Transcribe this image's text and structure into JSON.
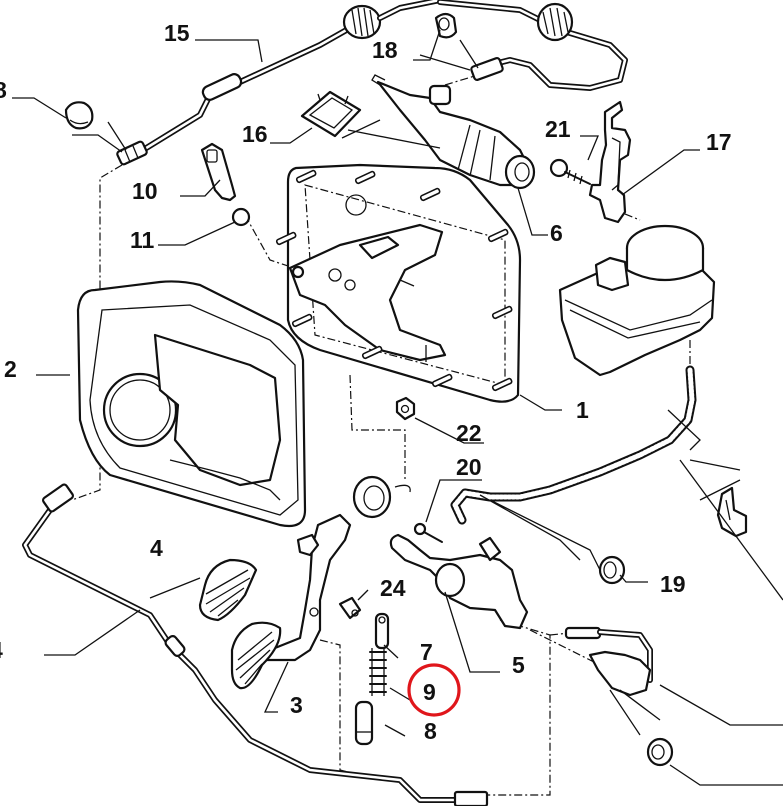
{
  "diagram": {
    "title": "Clutch pedal and hydraulic assembly exploded view",
    "highlight": {
      "label": "9",
      "color": "#e0161b"
    },
    "callouts": [
      {
        "id": "1",
        "label": "1",
        "part": "pedal-box-bracket"
      },
      {
        "id": "2",
        "label": "2",
        "part": "pedal-box-cover"
      },
      {
        "id": "3",
        "label": "3",
        "part": "clutch-pedal"
      },
      {
        "id": "4",
        "label": "4",
        "part": "pedal-pad"
      },
      {
        "id": "5",
        "label": "5",
        "part": "clutch-master-cylinder"
      },
      {
        "id": "6",
        "label": "6",
        "part": "slave-cylinder"
      },
      {
        "id": "7",
        "label": "7",
        "part": "spring-guide-rod"
      },
      {
        "id": "8",
        "label": "8",
        "part": "spring-guide-sleeve"
      },
      {
        "id": "9",
        "label": "9",
        "part": "return-spring"
      },
      {
        "id": "10",
        "label": "10",
        "part": "pedal-switch"
      },
      {
        "id": "11",
        "label": "11",
        "part": "switch-grommet"
      },
      {
        "id": "14",
        "label": "4",
        "part": "hydraulic-pipe-lower"
      },
      {
        "id": "15",
        "label": "15",
        "part": "hydraulic-pipe-upper"
      },
      {
        "id": "16",
        "label": "16",
        "part": "clip"
      },
      {
        "id": "17",
        "label": "17",
        "part": "bracket"
      },
      {
        "id": "18",
        "label": "18",
        "part": "dust-cap"
      },
      {
        "id": "18b",
        "label": "8",
        "part": "dust-cap-left"
      },
      {
        "id": "19",
        "label": "19",
        "part": "grommet"
      },
      {
        "id": "20",
        "label": "20",
        "part": "screw"
      },
      {
        "id": "21",
        "label": "21",
        "part": "bolt"
      },
      {
        "id": "22",
        "label": "22",
        "part": "nut"
      },
      {
        "id": "24",
        "label": "24",
        "part": "bushing"
      }
    ]
  }
}
